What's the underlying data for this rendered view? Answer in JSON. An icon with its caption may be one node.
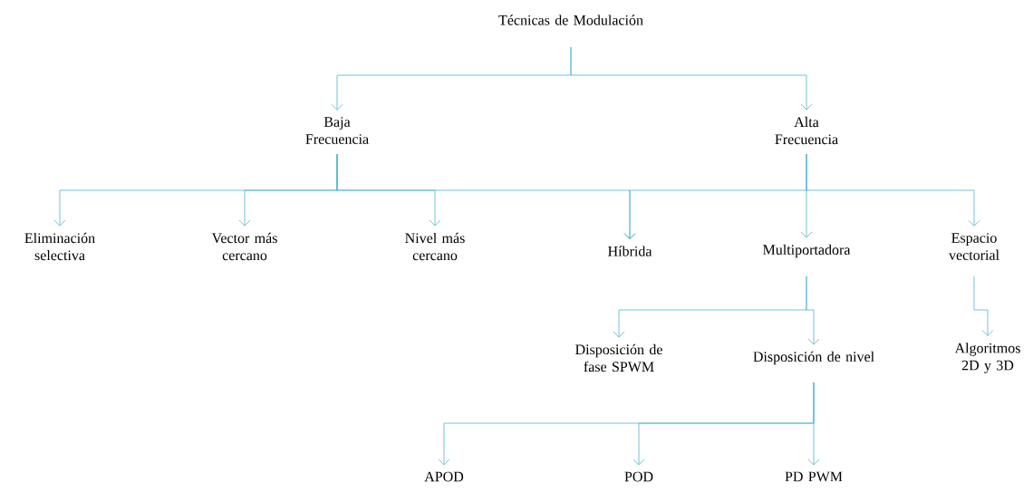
{
  "diagram": {
    "nodes": [
      {
        "text": [
          "Técnicas de Modulación"
        ]
      },
      {
        "text": [
          "Baja Frecuencia"
        ]
      },
      {
        "text": [
          "Alta Frecuencia"
        ]
      },
      {
        "text": [
          "Eliminación selectiva"
        ]
      },
      {
        "text": [
          "Vector más cercano"
        ]
      },
      {
        "text": [
          "Nivel más cercano"
        ]
      },
      {
        "text": [
          "Híbrida"
        ]
      },
      {
        "text": [
          "Multiportadora"
        ]
      },
      {
        "text": [
          "Espacio vectorial"
        ]
      },
      {
        "text": [
          "Disposición de fase SPWM"
        ]
      },
      {
        "text": [
          "Disposición de nivel"
        ]
      },
      {
        "text": [
          "Algoritmos 2D y 3D"
        ]
      },
      {
        "text": [
          "APOD"
        ]
      },
      {
        "text": [
          "POD"
        ]
      },
      {
        "text": [
          "PD PWM"
        ]
      }
    ],
    "edges": [
      {
        "from": 0,
        "to": 1,
        "arrow": "to"
      },
      {
        "from": 0,
        "to": 2,
        "arrow": "to"
      },
      {
        "from": 1,
        "to": 3,
        "arrow": "to"
      },
      {
        "from": 1,
        "to": 4,
        "arrow": "to"
      },
      {
        "from": 1,
        "to": 5,
        "arrow": "to"
      },
      {
        "from": 1,
        "to": 6,
        "arrow": "to"
      },
      {
        "from": 2,
        "to": 6,
        "arrow": "to"
      },
      {
        "from": 2,
        "to": 7,
        "arrow": "to"
      },
      {
        "from": 2,
        "to": 8,
        "arrow": "to"
      },
      {
        "from": 7,
        "to": 9,
        "arrow": "to"
      },
      {
        "from": 7,
        "to": 10,
        "arrow": "to"
      },
      {
        "from": 8,
        "to": 11,
        "arrow": "to"
      },
      {
        "from": 10,
        "to": 12,
        "arrow": "to"
      },
      {
        "from": 10,
        "to": 13,
        "arrow": "to"
      },
      {
        "from": 10,
        "to": 14,
        "arrow": "to"
      }
    ]
  }
}
